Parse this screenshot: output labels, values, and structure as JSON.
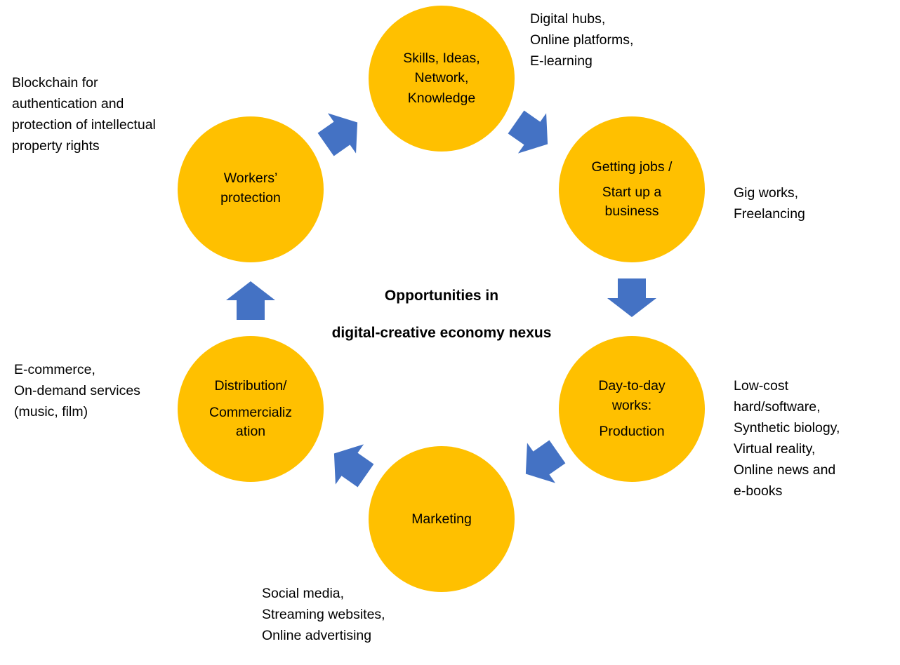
{
  "colors": {
    "circle": "#FFC000",
    "arrow": "#4472C4"
  },
  "title": {
    "line1": "Opportunities in",
    "line2": "digital-creative economy nexus"
  },
  "circles": {
    "skills": [
      "Skills, Ideas,",
      "Network,",
      "Knowledge"
    ],
    "jobs": [
      "Getting jobs /",
      "Start up a",
      "business"
    ],
    "production": [
      "Day-to-day",
      "works:",
      "Production"
    ],
    "marketing": [
      "Marketing"
    ],
    "distribution": [
      "Distribution/",
      "Commercializ",
      "ation"
    ],
    "protection": [
      "Workers’",
      "protection"
    ]
  },
  "notes": {
    "skills": [
      "Digital hubs,",
      "Online platforms,",
      "E-learning"
    ],
    "jobs": [
      "Gig works,",
      "Freelancing"
    ],
    "production": [
      "Low-cost",
      "hard/software,",
      "Synthetic biology,",
      "Virtual reality,",
      "Online news and",
      "e-books"
    ],
    "marketing": [
      "Social media,",
      "Streaming websites,",
      "Online advertising"
    ],
    "distribution": [
      "E-commerce,",
      "On-demand services",
      "(music, film)"
    ],
    "protection": [
      "Blockchain for",
      "authentication and",
      "protection of intellectual",
      "property rights"
    ]
  }
}
